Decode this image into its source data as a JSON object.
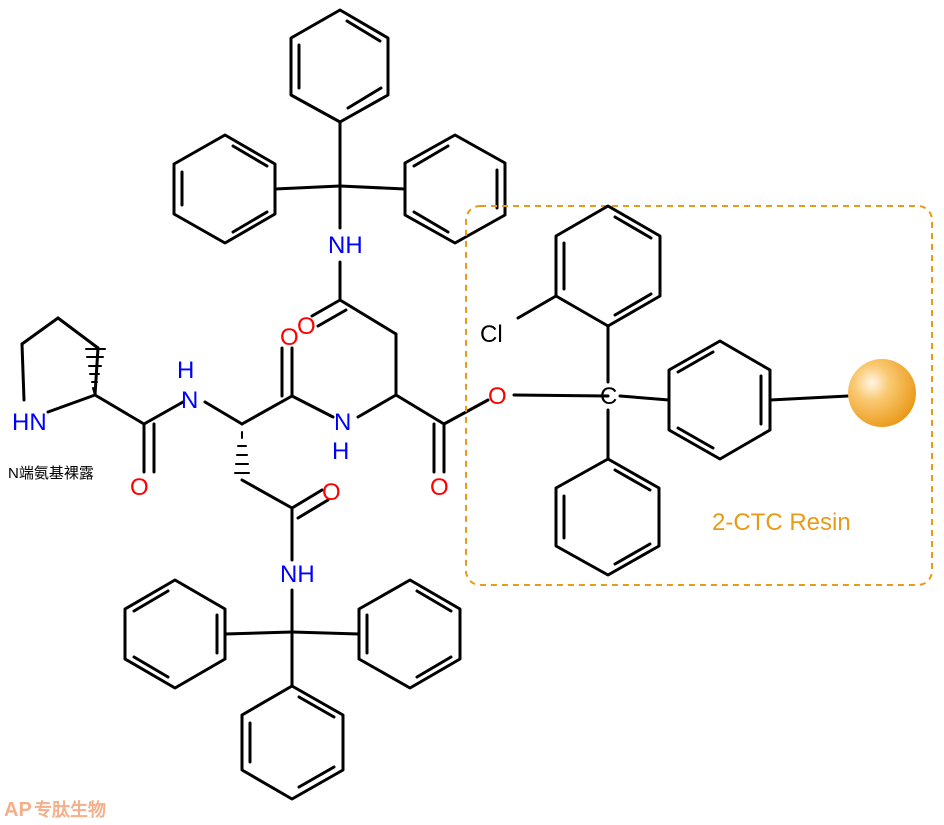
{
  "atom_labels": {
    "pro_n": "HN",
    "gly_nh": "NH",
    "ala_nh_top": "NH",
    "ala_nh_bottom": "H",
    "asn_side_nh_top": "NH",
    "asn_side_nh_bottom": "NH",
    "o_pro": "O",
    "o_asn1": "O",
    "o_top_amide": "O",
    "o_asn1_side": "O",
    "o_asn2_side": "O",
    "o_ester_carbonyl": "O",
    "o_ester": "O",
    "chloro": "Cl",
    "trityl_c": "C"
  },
  "annotation": "N端氨基裸露",
  "resin": {
    "label": "2-CTC Resin",
    "accent_color": "#E89B17",
    "bead_color": "#F5A623"
  },
  "watermark": {
    "logo": "AP",
    "text": "专肽生物",
    "color": "#F3B08A"
  },
  "colors": {
    "nitrogen": "#0000FF",
    "oxygen": "#FF0000",
    "bond": "#000000"
  }
}
